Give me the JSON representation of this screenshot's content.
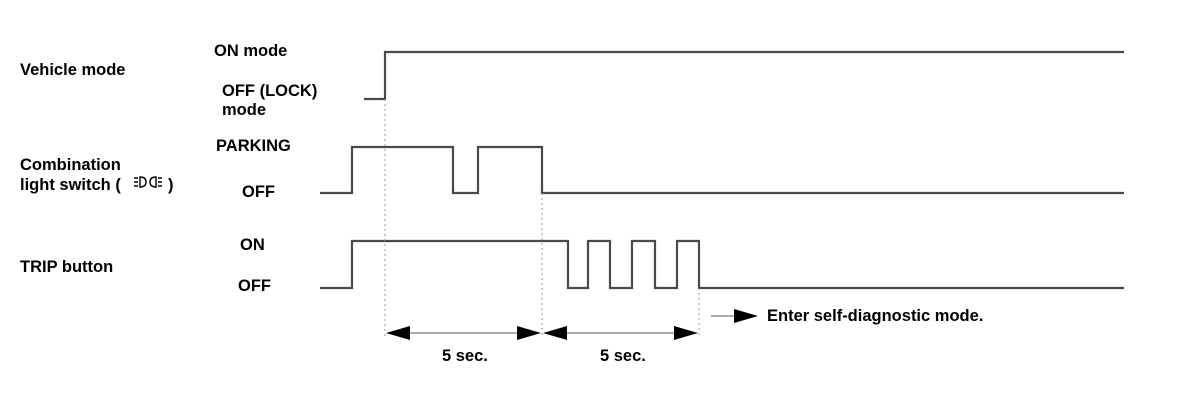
{
  "signals": {
    "vehicle_mode": {
      "label": "Vehicle mode",
      "high_state": "ON mode",
      "low_state_line1": "OFF (LOCK)",
      "low_state_line2": "mode"
    },
    "combination_light": {
      "label_line1": "Combination",
      "label_line2": "light switch (✲✲)",
      "label_prefix": "light switch (",
      "label_suffix": ")",
      "high_state": "PARKING",
      "low_state": "OFF"
    },
    "trip_button": {
      "label": "TRIP button",
      "high_state": "ON",
      "low_state": "OFF"
    }
  },
  "timing": {
    "interval_1": "5 sec.",
    "interval_2": "5 sec.",
    "result": "Enter self-diagnostic mode."
  },
  "colors": {
    "wave": "#4a4a4a",
    "text": "#000000"
  }
}
